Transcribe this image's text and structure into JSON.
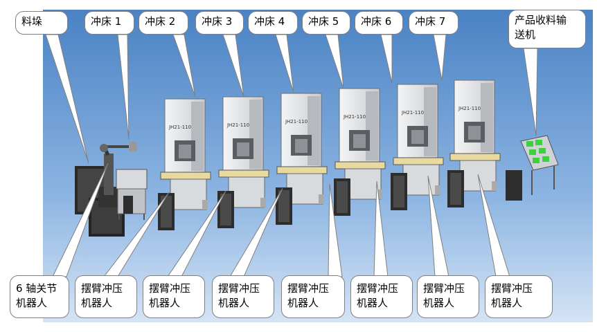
{
  "top_labels": {
    "feed_bin": "料垛",
    "press_1": "冲床 1",
    "press_2": "冲床 2",
    "press_3": "冲床 3",
    "press_4": "冲床 4",
    "press_5": "冲床 5",
    "press_6": "冲床 6",
    "press_7": "冲床 7",
    "conveyor_line1": "产品收料输",
    "conveyor_line2": "送机"
  },
  "bottom_labels": {
    "robot6_line1": "6 轴关节",
    "robot6_line2": "机器人",
    "swing_line1": "摆臂冲压",
    "swing_line2": "机器人"
  },
  "press_model": "JH21-110",
  "colors": {
    "background_top": "#4f86c6",
    "background_bottom": "#cfe0f4",
    "machine_light": "#e6e8ea",
    "machine_dark": "#2b2b2b",
    "conveyor_green": "#3fcf3f"
  }
}
